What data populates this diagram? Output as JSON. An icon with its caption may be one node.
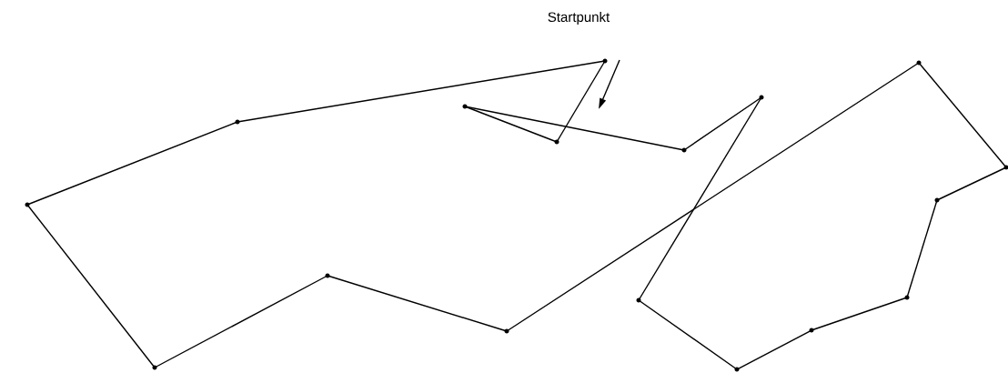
{
  "diagram": {
    "nodes": [
      {
        "text": [],
        "shape": "circle"
      },
      {
        "text": [],
        "shape": "circle"
      },
      {
        "text": [],
        "shape": "circle"
      },
      {
        "text": [],
        "shape": "circle"
      },
      {
        "text": [],
        "shape": "circle"
      },
      {
        "text": [],
        "shape": "circle"
      },
      {
        "text": [],
        "shape": "circle"
      },
      {
        "text": [],
        "shape": "circle"
      },
      {
        "text": [],
        "shape": "circle"
      },
      {
        "text": [],
        "shape": "circle"
      },
      {
        "text": [],
        "shape": "circle"
      },
      {
        "text": [],
        "shape": "circle"
      },
      {
        "text": [],
        "shape": "circle"
      },
      {
        "text": [],
        "shape": "circle"
      },
      {
        "text": [],
        "shape": "circle"
      },
      {
        "text": [],
        "shape": "circle"
      },
      {
        "text": [],
        "shape": "circle"
      }
    ],
    "edges": [
      {
        "from": 7,
        "to": 6,
        "arrow": "none"
      },
      {
        "from": 6,
        "to": 4,
        "arrow": "none"
      },
      {
        "from": 4,
        "to": 9,
        "arrow": "none"
      },
      {
        "from": 9,
        "to": 11,
        "arrow": "none"
      },
      {
        "from": 11,
        "to": 8,
        "arrow": "none"
      },
      {
        "from": 8,
        "to": 10,
        "arrow": "none"
      },
      {
        "from": 10,
        "to": 12,
        "arrow": "none"
      },
      {
        "from": 12,
        "to": 13,
        "arrow": "none"
      },
      {
        "from": 13,
        "to": 15,
        "arrow": "none"
      },
      {
        "from": 15,
        "to": 16,
        "arrow": "none"
      },
      {
        "from": 16,
        "to": 14,
        "arrow": "none"
      },
      {
        "from": 14,
        "to": 5,
        "arrow": "none"
      },
      {
        "from": 5,
        "to": 3,
        "arrow": "none"
      },
      {
        "from": 3,
        "to": 1,
        "arrow": "none"
      },
      {
        "from": 1,
        "to": 0,
        "arrow": "none"
      },
      {
        "from": 0,
        "to": 2,
        "arrow": "none"
      },
      {
        "from": 2,
        "to": 7,
        "arrow": "none"
      }
    ],
    "labels": [
      "Startpunkt"
    ]
  }
}
